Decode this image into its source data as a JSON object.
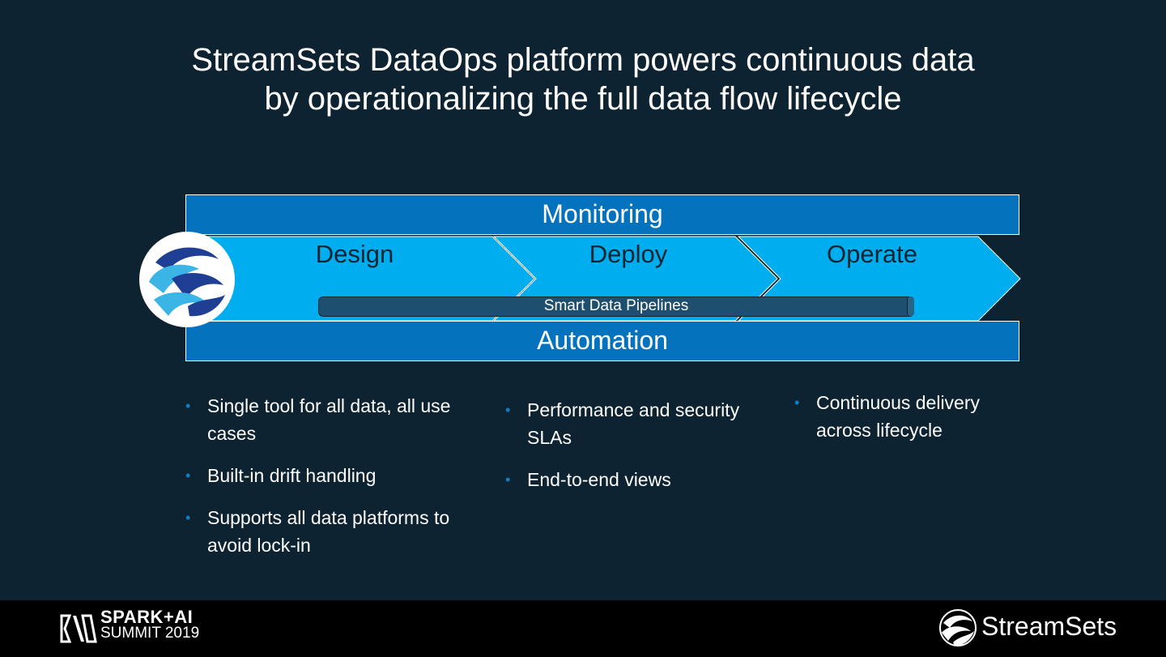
{
  "title": {
    "line1": "StreamSets DataOps platform powers continuous data",
    "line2": "by operationalizing the full data flow lifecycle"
  },
  "diagram": {
    "top_band": "Monitoring",
    "bottom_band": "Automation",
    "stages": [
      "Design",
      "Deploy",
      "Operate"
    ],
    "pipeline": "Smart Data Pipelines",
    "colors": {
      "band": "#0572be",
      "chevron": "#00aeef",
      "pipeline": "#1e4f6e",
      "background": "#0d2331"
    }
  },
  "bullets": {
    "col1": [
      "Single tool for all data, all use cases",
      "Built-in drift handling",
      "Supports all data platforms to avoid lock-in"
    ],
    "col2": [
      "Performance and security SLAs",
      "End-to-end views"
    ],
    "col3": [
      "Continuous delivery across lifecycle"
    ]
  },
  "footer": {
    "summit_line1": "SPARK+AI",
    "summit_line2": "SUMMIT 2019",
    "brand": "StreamSets"
  }
}
